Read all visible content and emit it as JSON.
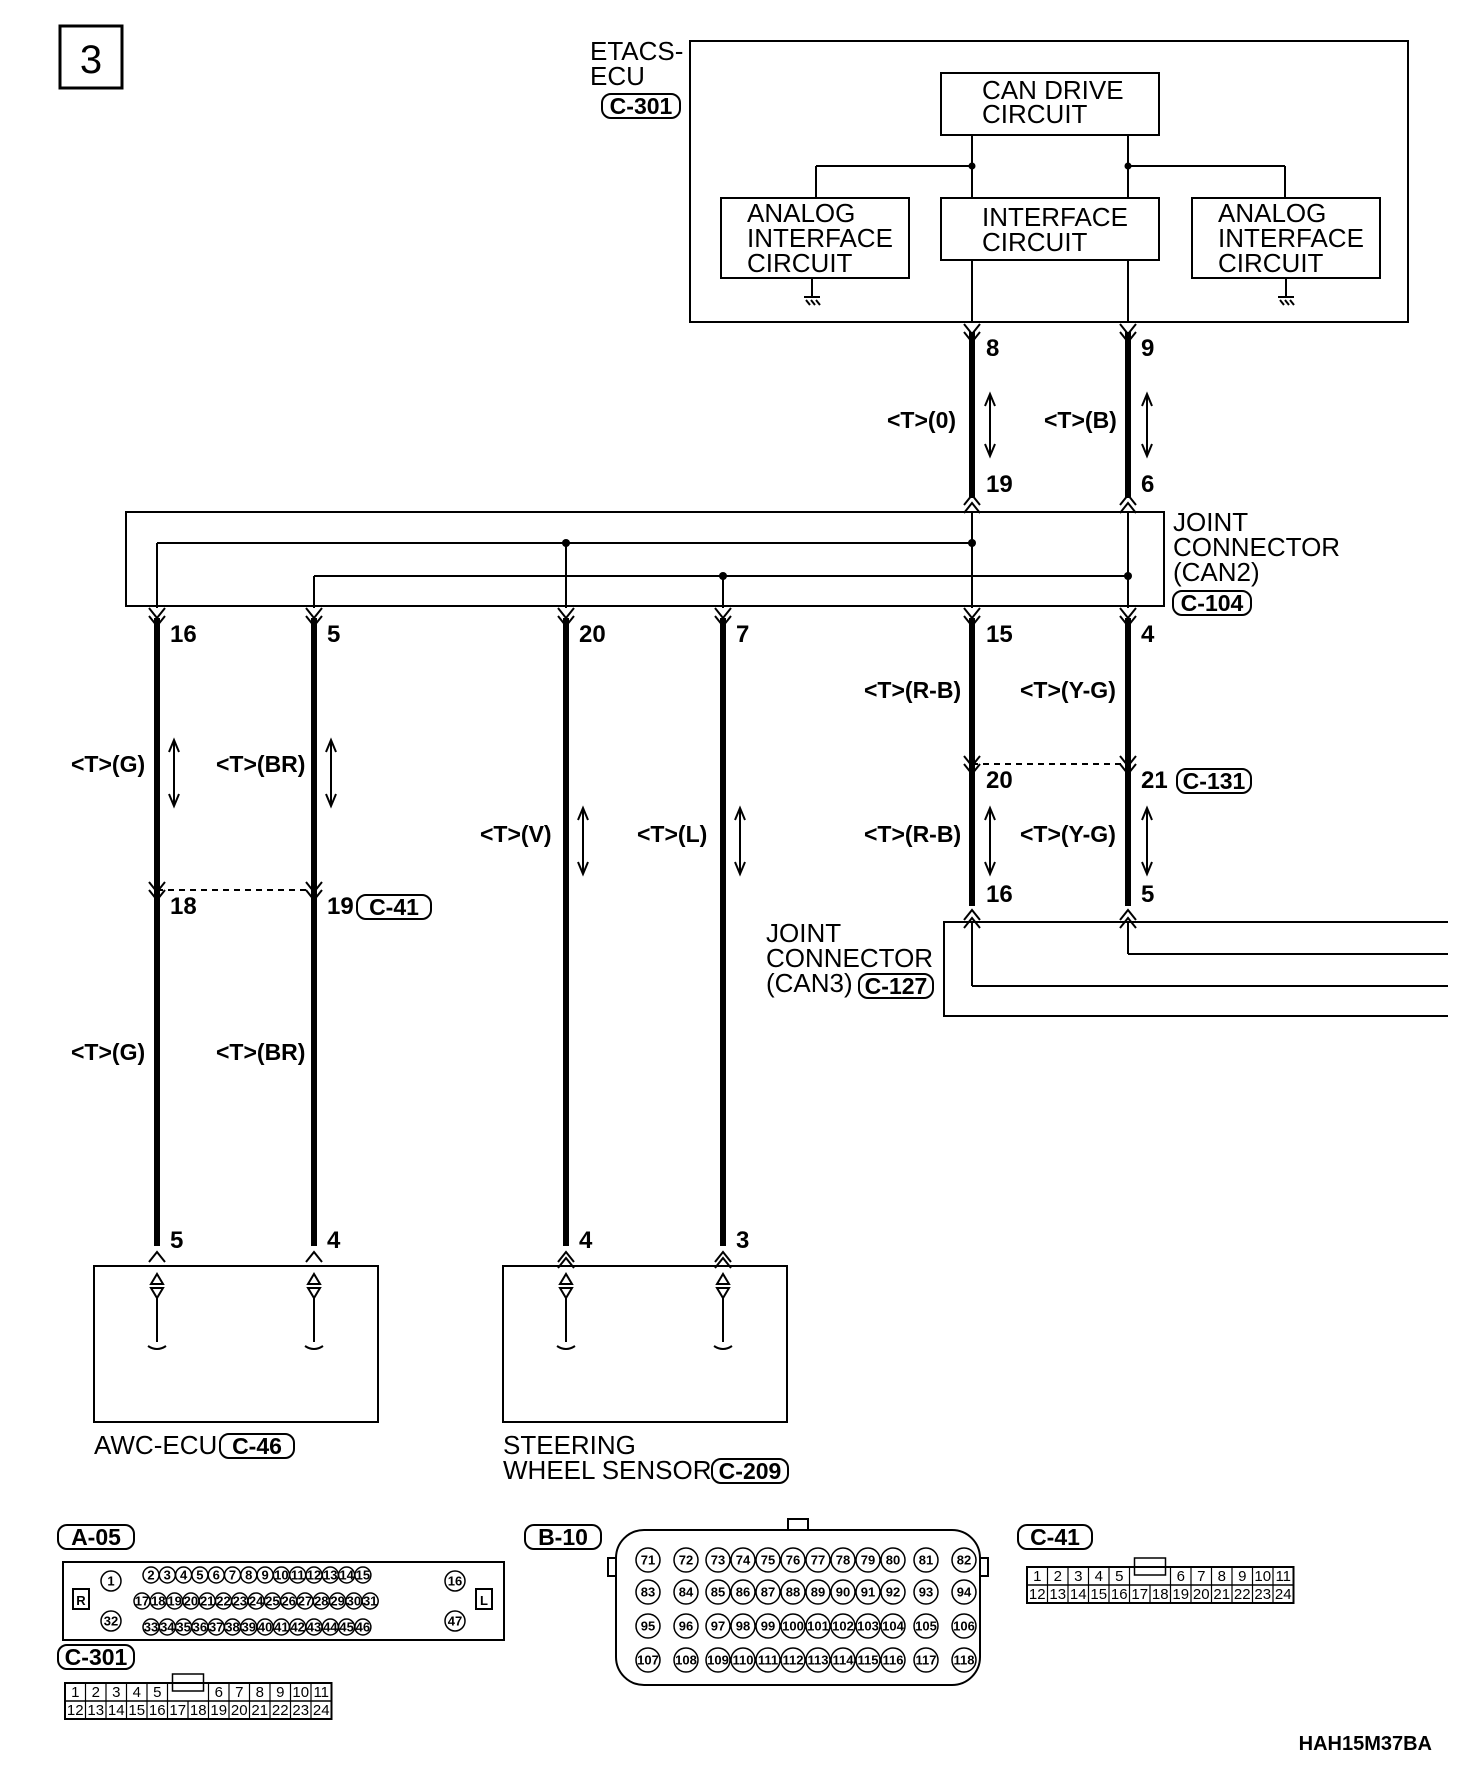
{
  "diagram_number": "3",
  "figure_code": "HAH15M37BA",
  "etacs": {
    "name_line1": "ETACS-",
    "name_line2": "ECU",
    "connector": "C-301",
    "can_drive_line1": "CAN DRIVE",
    "can_drive_line2": "CIRCUIT",
    "interface_line1": "INTERFACE",
    "interface_line2": "CIRCUIT",
    "analog_line1": "ANALOG",
    "analog_line2": "INTERFACE",
    "analog_line3": "CIRCUIT"
  },
  "wires": {
    "etacs_to_jc2": [
      {
        "top_pin": "8",
        "bottom_pin": "19",
        "label": "<T>(0)"
      },
      {
        "top_pin": "9",
        "bottom_pin": "6",
        "label": "<T>(B)"
      }
    ],
    "jc2_outputs": [
      {
        "pin": "16",
        "label": "<T>(G)",
        "mid_pin": "18",
        "label2": "<T>(G)",
        "end_pin": "5"
      },
      {
        "pin": "5",
        "label": "<T>(BR)",
        "mid_pin": "19",
        "label2": "<T>(BR)",
        "end_pin": "4"
      },
      {
        "pin": "20",
        "label": "<T>(V)",
        "end_pin": "4"
      },
      {
        "pin": "7",
        "label": "<T>(L)",
        "end_pin": "3"
      },
      {
        "pin": "15",
        "label": "<T>(R-B)",
        "mid_pin": "20",
        "label2": "<T>(R-B)",
        "end_pin": "16"
      },
      {
        "pin": "4",
        "label": "<T>(Y-G)",
        "mid_pin": "21",
        "label2": "<T>(Y-G)",
        "end_pin": "5"
      }
    ]
  },
  "joint_connector_can2": {
    "line1": "JOINT",
    "line2": "CONNECTOR",
    "line3": "(CAN2)",
    "connector": "C-104"
  },
  "joint_connector_can3": {
    "line1": "JOINT",
    "line2": "CONNECTOR",
    "line3": "(CAN3)",
    "connector": "C-127"
  },
  "intermediate_connectors": {
    "left": "C-41",
    "right": "C-131"
  },
  "awc_ecu": {
    "name": "AWC-ECU",
    "connector": "C-46"
  },
  "steering_sensor": {
    "name_line1": "STEERING",
    "name_line2": "WHEEL SENSOR",
    "connector": "C-209"
  },
  "connector_faces": {
    "a05": {
      "code": "A-05",
      "row1": [
        "2",
        "3",
        "4",
        "5",
        "6",
        "7",
        "8",
        "9",
        "10",
        "11",
        "12",
        "13",
        "14",
        "15"
      ],
      "row2": [
        "17",
        "18",
        "19",
        "20",
        "21",
        "22",
        "23",
        "24",
        "25",
        "26",
        "27",
        "28",
        "29",
        "30",
        "31"
      ],
      "row3": [
        "33",
        "34",
        "35",
        "36",
        "37",
        "38",
        "39",
        "40",
        "41",
        "42",
        "43",
        "44",
        "45",
        "46"
      ],
      "left_top": "1",
      "left_bottom": "32",
      "right_top": "16",
      "right_bottom": "47",
      "left_mark": "R",
      "right_mark": "L"
    },
    "c301": {
      "code": "C-301",
      "top_left": [
        "1",
        "2",
        "3",
        "4",
        "5"
      ],
      "top_right": [
        "6",
        "7",
        "8",
        "9",
        "10",
        "11"
      ],
      "bottom": [
        "12",
        "13",
        "14",
        "15",
        "16",
        "17",
        "18",
        "19",
        "20",
        "21",
        "22",
        "23",
        "24"
      ]
    },
    "b10": {
      "code": "B-10",
      "row1": [
        "71",
        "72",
        "73",
        "74",
        "75",
        "76",
        "77",
        "78",
        "79",
        "80",
        "81",
        "82"
      ],
      "row2": [
        "83",
        "84",
        "85",
        "86",
        "87",
        "88",
        "89",
        "90",
        "91",
        "92",
        "93",
        "94"
      ],
      "row3": [
        "95",
        "96",
        "97",
        "98",
        "99",
        "100",
        "101",
        "102",
        "103",
        "104",
        "105",
        "106"
      ],
      "row4": [
        "107",
        "108",
        "109",
        "110",
        "111",
        "112",
        "113",
        "114",
        "115",
        "116",
        "117",
        "118"
      ]
    },
    "c41": {
      "code": "C-41",
      "top_left": [
        "1",
        "2",
        "3",
        "4",
        "5"
      ],
      "top_right": [
        "6",
        "7",
        "8",
        "9",
        "10",
        "11"
      ],
      "bottom": [
        "12",
        "13",
        "14",
        "15",
        "16",
        "17",
        "18",
        "19",
        "20",
        "21",
        "22",
        "23",
        "24"
      ]
    }
  }
}
